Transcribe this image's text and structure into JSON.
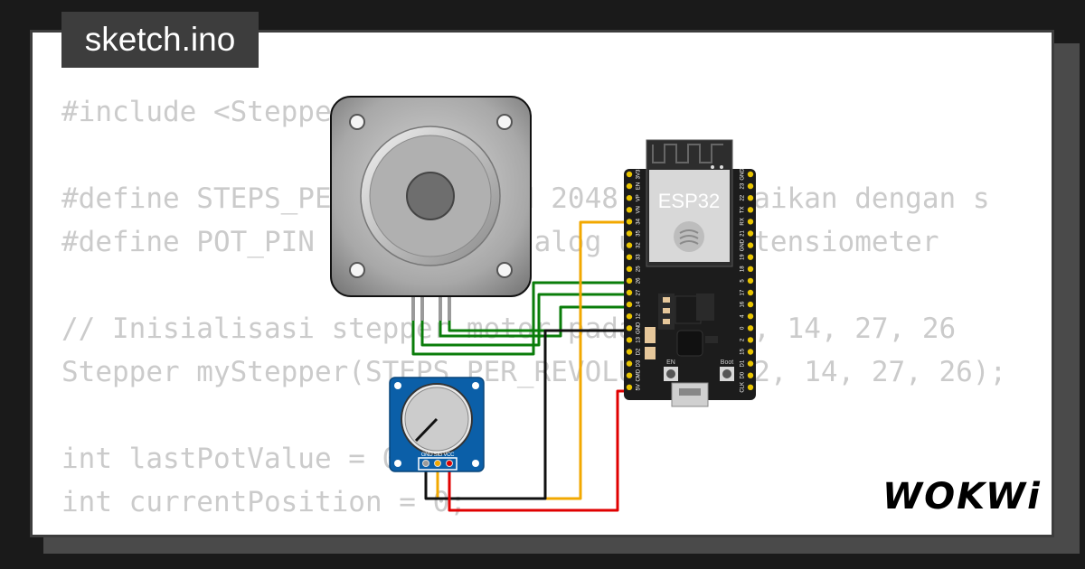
{
  "tab": {
    "filename": "sketch.ino"
  },
  "code_lines": [
    "#include <Stepper.h>",
    "",
    "#define STEPS_PER_REVOLUTION 2048 // Sesuaikan dengan s",
    "#define POT_PIN 34 // Pin analog untuk potensiometer",
    "",
    "// Inisialisasi stepper motor pada pin 12, 14, 27, 26",
    "Stepper myStepper(STEPS_PER_REVOLUTION, 12, 14, 27, 26);",
    "",
    "int lastPotValue = 0;",
    "int currentPosition = 0;"
  ],
  "esp32": {
    "label": "ESP32",
    "left_pins": [
      "3V3",
      "EN",
      "VP",
      "VN",
      "34",
      "35",
      "32",
      "33",
      "25",
      "26",
      "27",
      "14",
      "12",
      "GND",
      "13",
      "D2",
      "D3",
      "CMD",
      "5V"
    ],
    "right_pins": [
      "GND",
      "23",
      "22",
      "TX",
      "RX",
      "21",
      "GND",
      "19",
      "18",
      "5",
      "17",
      "16",
      "4",
      "0",
      "2",
      "15",
      "D1",
      "D0",
      "CLK"
    ],
    "button_en": "EN",
    "button_boot": "Boot"
  },
  "potentiometer": {
    "pin_labels": "GND SIG VCC"
  },
  "brand": {
    "logo": "WOKWi"
  },
  "colors": {
    "background": "#1a1a1a",
    "frame": "#3d3d3d",
    "code_text": "#cbcbcb",
    "wire_green": "#0a7d0a",
    "wire_orange": "#f2a800",
    "wire_black": "#111111",
    "wire_red": "#e00000",
    "pcb_black": "#1c1c1c",
    "pot_blue": "#0b5fa8"
  }
}
